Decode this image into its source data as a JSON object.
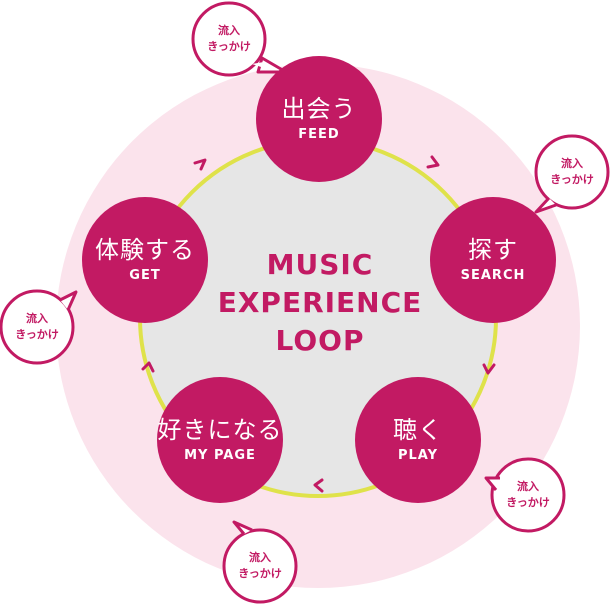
{
  "title": {
    "line1": "MUSIC",
    "line2": "EXPERIENCE",
    "line3": "LOOP"
  },
  "nodes": [
    {
      "jp": "出会う",
      "en": "FEED"
    },
    {
      "jp": "探す",
      "en": "SEARCH"
    },
    {
      "jp": "聴く",
      "en": "PLAY"
    },
    {
      "jp": "好きになる",
      "en": "MY PAGE"
    },
    {
      "jp": "体験する",
      "en": "GET"
    }
  ],
  "bubbles": [
    {
      "line1": "流入",
      "line2": "きっかけ"
    },
    {
      "line1": "流入",
      "line2": "きっかけ"
    },
    {
      "line1": "流入",
      "line2": "きっかけ"
    },
    {
      "line1": "流入",
      "line2": "きっかけ"
    },
    {
      "line1": "流入",
      "line2": "きっかけ"
    }
  ],
  "colors": {
    "magenta": "#c21a63",
    "outer_ring": "#fbe3ec",
    "inner_disc": "#e6e6e6",
    "loop_line": "#dfe24a"
  }
}
